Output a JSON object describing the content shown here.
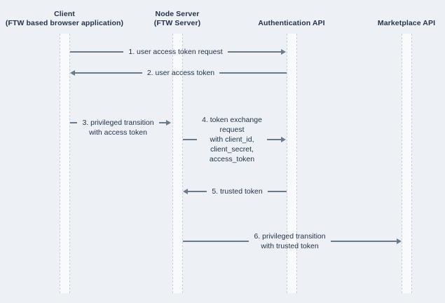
{
  "diagram": {
    "type": "sequence-diagram",
    "colors": {
      "background": "#edf1f5",
      "lifeline_fill": "#f9fafb",
      "lifeline_border": "#c5ced8",
      "arrow_line": "#6a7a8b",
      "text": "#22334a"
    },
    "actors": [
      {
        "id": "client",
        "title_lines": [
          "Client",
          "(FTW based browser application)"
        ]
      },
      {
        "id": "node-server",
        "title_lines": [
          "Node Server",
          "(FTW Server)"
        ]
      },
      {
        "id": "auth-api",
        "title_lines": [
          "Authentication API"
        ]
      },
      {
        "id": "marketplace-api",
        "title_lines": [
          "Marketplace API"
        ]
      }
    ],
    "messages": [
      {
        "id": "msg-1",
        "from": "client",
        "to": "auth-api",
        "direction": "right",
        "label_lines": [
          "1. user access token request"
        ]
      },
      {
        "id": "msg-2",
        "from": "auth-api",
        "to": "client",
        "direction": "left",
        "label_lines": [
          "2. user access token"
        ]
      },
      {
        "id": "msg-3",
        "from": "client",
        "to": "node-server",
        "direction": "right",
        "label_lines": [
          "3. privileged transition",
          "with access token"
        ]
      },
      {
        "id": "msg-4",
        "from": "node-server",
        "to": "auth-api",
        "direction": "right",
        "label_lines": [
          "4. token exchange",
          "request",
          "with client_id,",
          "client_secret,",
          "access_token"
        ]
      },
      {
        "id": "msg-5",
        "from": "auth-api",
        "to": "node-server",
        "direction": "left",
        "label_lines": [
          "5. trusted token"
        ]
      },
      {
        "id": "msg-6",
        "from": "node-server",
        "to": "marketplace-api",
        "direction": "right",
        "label_lines": [
          "6. privileged transition",
          "with trusted token"
        ]
      }
    ]
  }
}
